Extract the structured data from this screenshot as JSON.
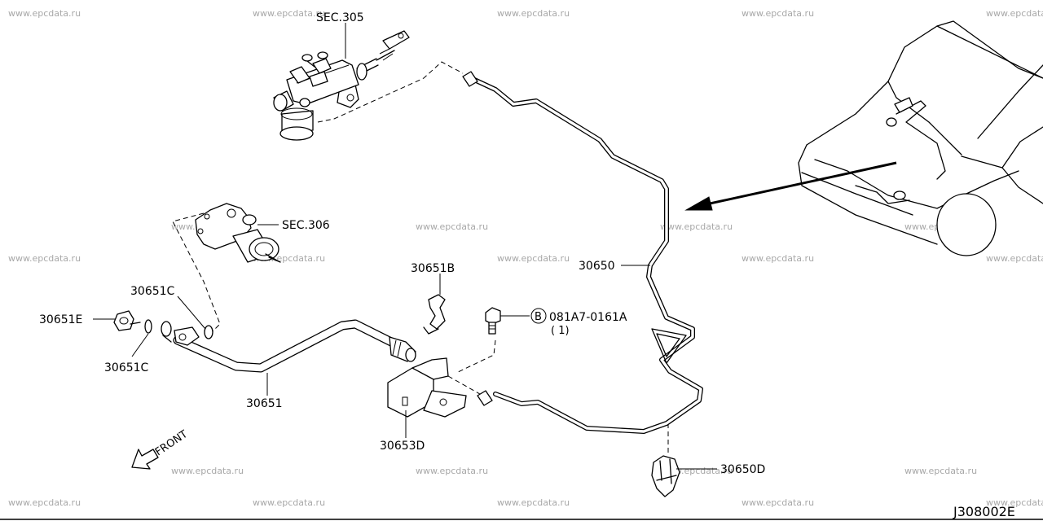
{
  "watermark": "www.epcdata.ru",
  "drawing_number": "J308002E",
  "labels": {
    "sec305": "SEC.305",
    "sec306": "SEC.306",
    "p30650": "30650",
    "p30650d": "30650D",
    "p30651": "30651",
    "p30651b": "30651B",
    "p30651c_top": "30651C",
    "p30651c_bottom": "30651C",
    "p30651e": "30651E",
    "p30653d": "30653D",
    "bolt_marker": "B",
    "bolt_part": "081A7-0161A",
    "bolt_qty": "( 1)"
  },
  "front_indicator": "FRONT"
}
